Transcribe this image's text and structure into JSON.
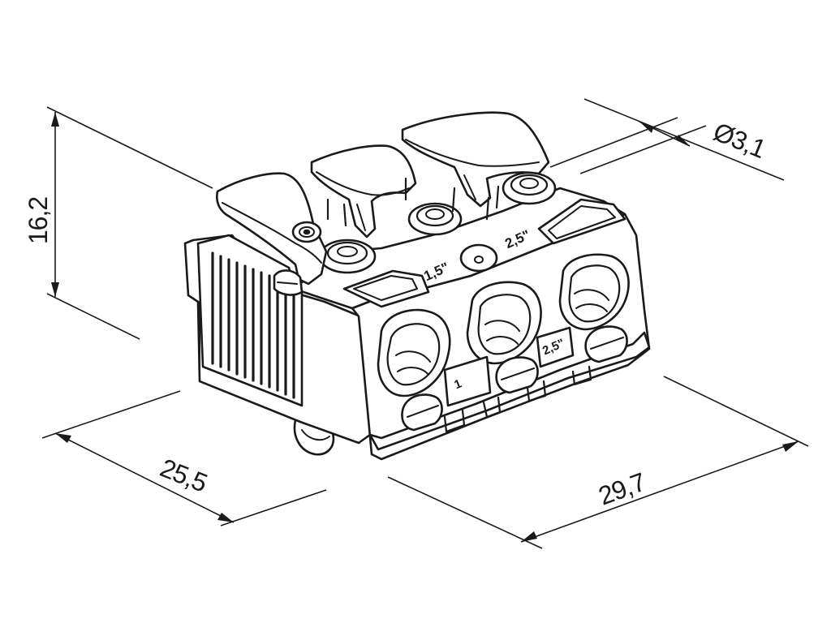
{
  "dimensions": {
    "height": "16,2",
    "width": "25,5",
    "length": "29,7",
    "hole_diameter": "Ø3,1"
  },
  "markings": {
    "small_gauge": "1,5\"",
    "large_gauge": "2,5\"",
    "side_gauge": "2,5\"",
    "terminal_number": "1"
  },
  "colors": {
    "line": "#1a1a1a",
    "background": "#ffffff"
  }
}
